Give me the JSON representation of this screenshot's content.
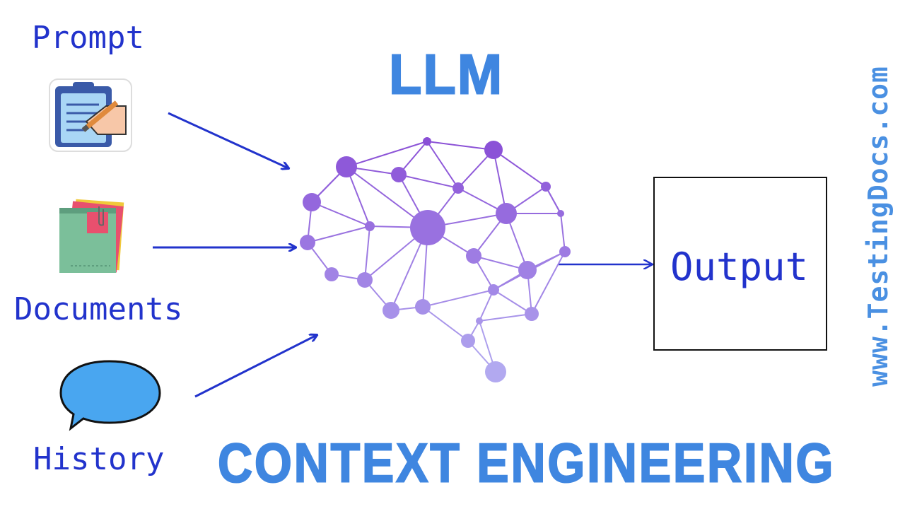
{
  "inputs": {
    "prompt_label": "Prompt",
    "documents_label": "Documents",
    "history_label": "History"
  },
  "model": {
    "title": "LLM",
    "icon": "brain-network-icon"
  },
  "output": {
    "label": "Output"
  },
  "footer": {
    "title": "CONTEXT ENGINEERING"
  },
  "watermark": {
    "text": "www.TestingDocs.com"
  },
  "icons": {
    "prompt": "clipboard-pencil-icon",
    "documents": "folder-notes-icon",
    "history": "speech-bubble-icon"
  },
  "colors": {
    "label_blue": "#2233cc",
    "title_blue": "#3f86e0",
    "arrow_blue": "#2233cc",
    "brain_purple": "#8a4fd6"
  }
}
